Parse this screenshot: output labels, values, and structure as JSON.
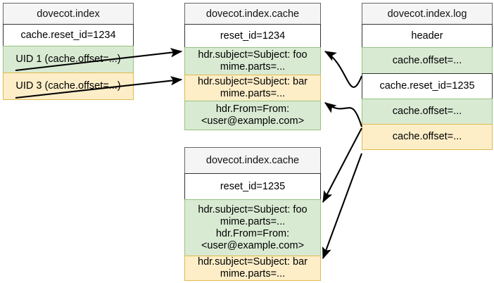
{
  "diagram": {
    "title_index": "dovecot.index",
    "title_cache_old": "dovecot.index.cache",
    "title_cache_new": "dovecot.index.cache",
    "title_log": "dovecot.index.log",
    "tables": {
      "index": {
        "header": "dovecot.index",
        "rows": [
          {
            "text": "cache.reset_id=1234",
            "style": "plain"
          },
          {
            "text": "UID 1 (cache.offset=...)",
            "style": "green"
          },
          {
            "text": "UID 3 (cache.offset=...)",
            "style": "yellow"
          }
        ]
      },
      "cache_old": {
        "header": "dovecot.index.cache",
        "rows": [
          {
            "text": "reset_id=1234",
            "style": "plain"
          },
          {
            "text": "hdr.subject=Subject: foo\nmime.parts=...",
            "style": "green"
          },
          {
            "text": "hdr.subject=Subject: bar\nmime.parts=...",
            "style": "yellow"
          },
          {
            "text": "hdr.From=From:\n<user@example.com>",
            "style": "green"
          }
        ]
      },
      "cache_new": {
        "header": "dovecot.index.cache",
        "rows": [
          {
            "text": "reset_id=1235",
            "style": "plain"
          },
          {
            "text": "hdr.subject=Subject: foo\nmime.parts=...\nhdr.From=From:\n<user@example.com>",
            "style": "green"
          },
          {
            "text": "hdr.subject=Subject: bar\nmime.parts=...",
            "style": "yellow"
          }
        ]
      },
      "log": {
        "header": "dovecot.index.log",
        "rows": [
          {
            "text": "header",
            "style": "plain"
          },
          {
            "text": "cache.offset=...",
            "style": "green"
          },
          {
            "text": "cache.reset_id=1235",
            "style": "plain"
          },
          {
            "text": "cache.offset=...",
            "style": "green"
          },
          {
            "text": "cache.offset=...",
            "style": "yellow"
          }
        ]
      }
    },
    "colors": {
      "green_fill": "#d9ead3",
      "green_border": "#93c47d",
      "yellow_fill": "#fdeec8",
      "yellow_border": "#e0b94e",
      "header_fill": "#f5f5f5",
      "header_border": "#666666",
      "plain_border": "#333333",
      "arrow": "#000000"
    }
  }
}
